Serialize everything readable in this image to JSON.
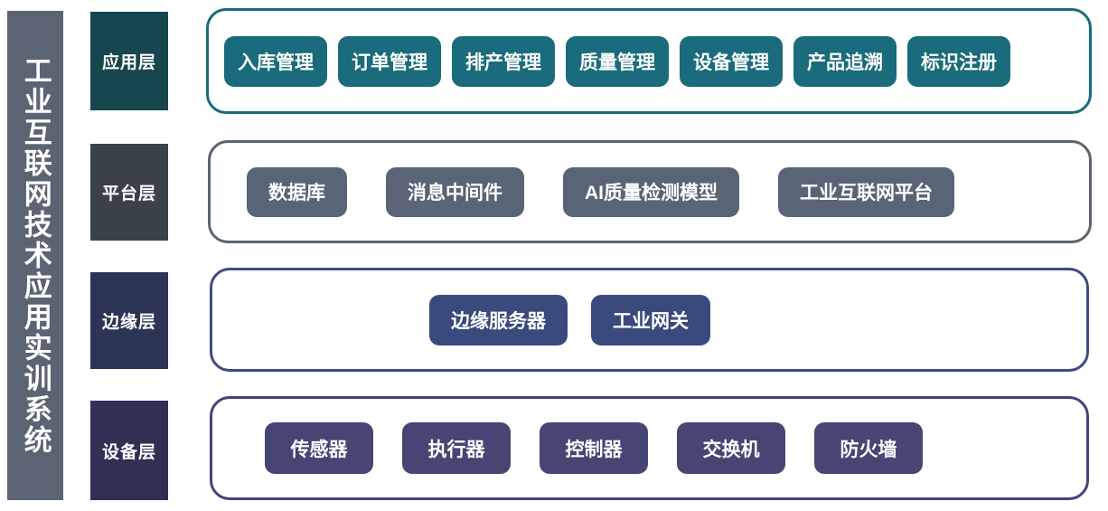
{
  "system": {
    "title": "工业互联网技术应用实训系统"
  },
  "layers": [
    {
      "id": "application",
      "label": "应用层",
      "accent": "#1a6b7b",
      "label_bg": "#17464e",
      "nodes": [
        "入库管理",
        "订单管理",
        "排产管理",
        "质量管理",
        "设备管理",
        "产品追溯",
        "标识注册"
      ]
    },
    {
      "id": "platform",
      "label": "平台层",
      "accent": "#596477",
      "label_bg": "#3b414b",
      "nodes": [
        "数据库",
        "消息中间件",
        "AI质量检测模型",
        "工业互联网平台"
      ]
    },
    {
      "id": "edge",
      "label": "边缘层",
      "accent": "#3a4a7c",
      "label_bg": "#2c3555",
      "nodes": [
        "边缘服务器",
        "工业网关"
      ]
    },
    {
      "id": "device",
      "label": "设备层",
      "accent": "#474574",
      "label_bg": "#322f55",
      "nodes": [
        "传感器",
        "执行器",
        "控制器",
        "交换机",
        "防火墙"
      ]
    }
  ]
}
